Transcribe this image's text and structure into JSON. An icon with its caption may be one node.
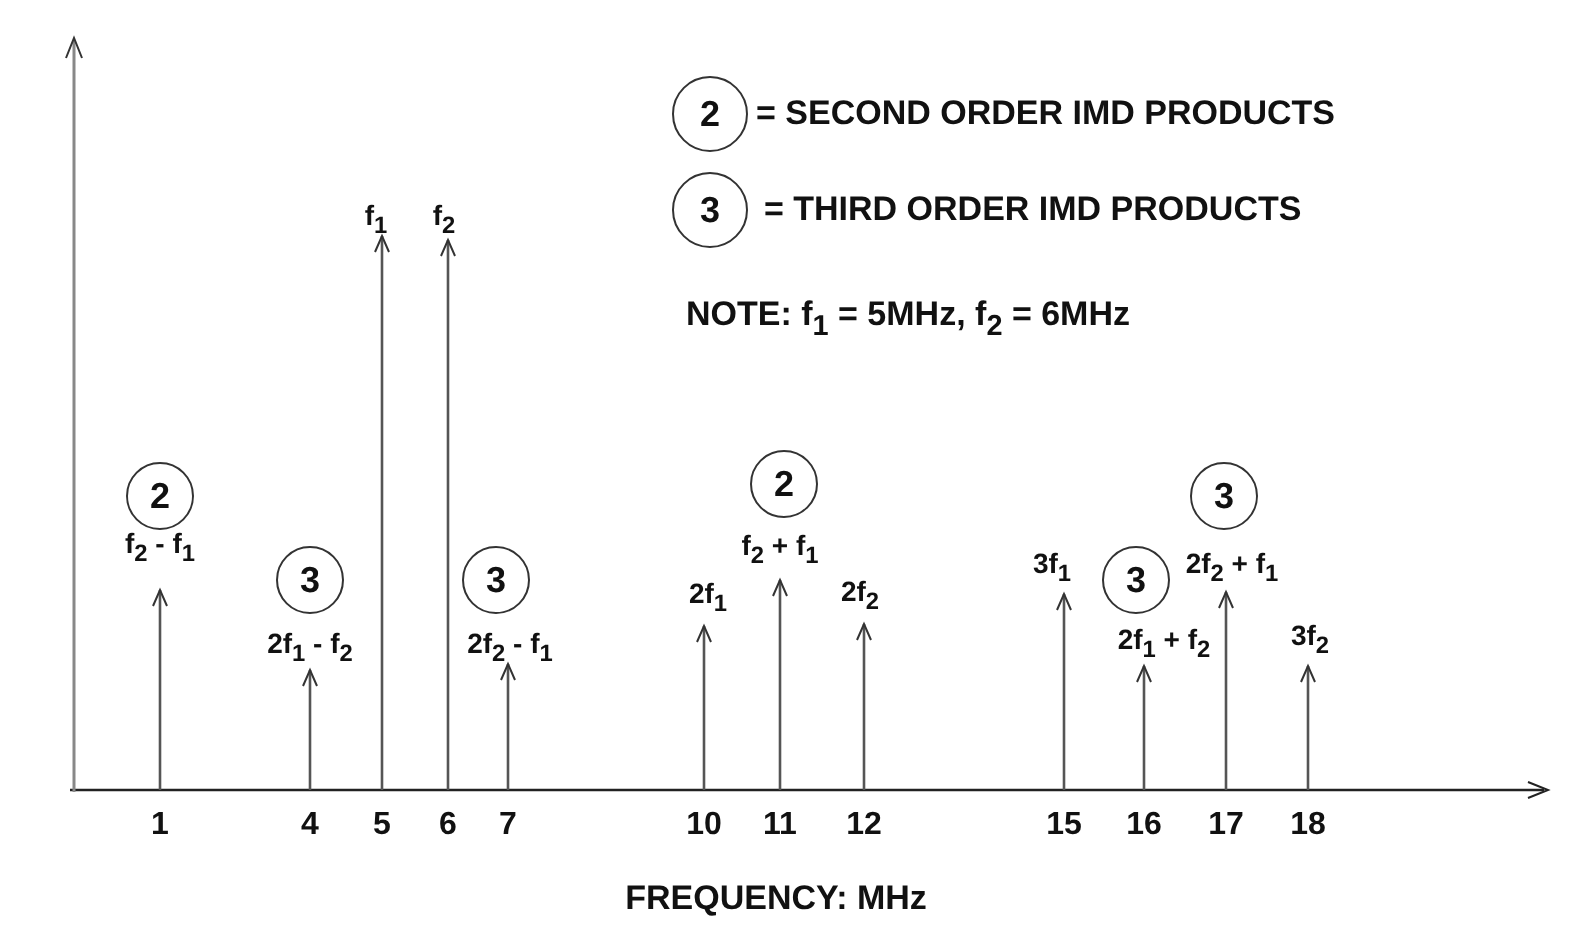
{
  "diagram": {
    "nodes": [
      {
        "text": [
          "2"
        ]
      },
      {
        "text": [
          "3"
        ]
      },
      {
        "text": [
          "2"
        ]
      },
      {
        "text": [
          "3"
        ]
      },
      {
        "text": [
          "3"
        ]
      },
      {
        "text": [
          "2"
        ]
      },
      {
        "text": [
          "3"
        ]
      },
      {
        "text": [
          "3"
        ]
      }
    ],
    "labels": [
      "f$_{1}$",
      "f$_{2}$",
      "NOTE:  f$_{1}$ = 5MHz, f$_{2}$ = 6MHz",
      "f$_{2}$ - f$_{1}$",
      "f$_{2}$ + f$_{1}$",
      "3f$_{1}$",
      "2f$_{2}$ + f$_{1}$",
      "2f$_{1}$",
      "2f$_{2}$",
      "2f$_{1}$ - f$_{2}$",
      "2f$_{2}$ - f$_{1}$",
      "2f$_{1}$ + f$_{2}$",
      "3f$_{2}$",
      "1",
      "4",
      "5",
      "6",
      "7",
      "10",
      "11",
      "12",
      "15",
      "16",
      "17",
      "18",
      "FREQUENCY: MHz"
    ],
    "legend": [
      {
        "text": "= SECOND ORDER IMD PRODUCTS"
      },
      {
        "text": "= THIRD ORDER IMD PRODUCTS"
      }
    ]
  }
}
